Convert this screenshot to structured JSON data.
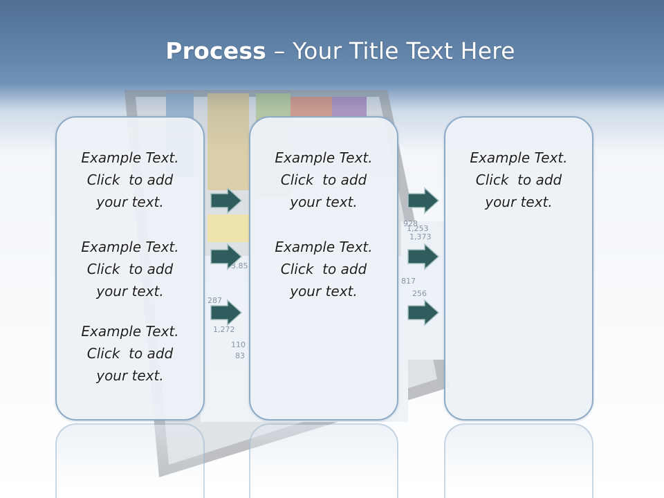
{
  "slide": {
    "title_bold": "Process",
    "title_rest": " – Your Title Text Here"
  },
  "columns": [
    {
      "items": [
        {
          "line1": "Example Text.",
          "line2": "Click  to add",
          "line3": "your text."
        },
        {
          "line1": "Example Text.",
          "line2": "Click  to add",
          "line3": "your text."
        },
        {
          "line1": "Example Text.",
          "line2": "Click  to add",
          "line3": "your text."
        }
      ]
    },
    {
      "items": [
        {
          "line1": "Example Text.",
          "line2": "Click  to add",
          "line3": "your text."
        },
        {
          "line1": "Example Text.",
          "line2": "Click  to add",
          "line3": "your text."
        }
      ]
    },
    {
      "items": [
        {
          "line1": "Example Text.",
          "line2": "Click  to add",
          "line3": "your text."
        }
      ]
    }
  ],
  "background_numbers": [
    "928",
    "1,253",
    "1,373",
    "817",
    "256",
    "1,272",
    "110",
    "83",
    "3.85",
    "287"
  ],
  "icons": {
    "connector": "right-arrow-icon"
  },
  "colors": {
    "title_band": "#6e91b7",
    "panel_border": "#8eaac6",
    "panel_fill": "#ecf1f6",
    "arrow_fill": "#2f5d5d",
    "arrow_stroke": "#a9c2c2"
  }
}
